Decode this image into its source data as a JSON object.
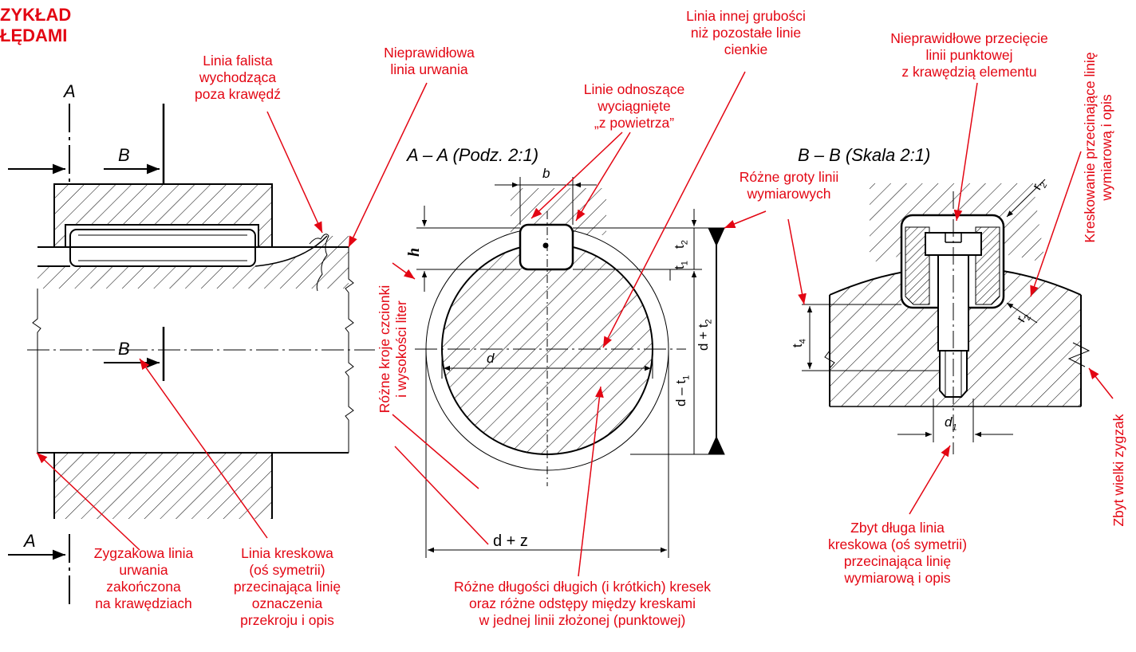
{
  "title": {
    "line1": "ZYKŁAD",
    "line2": "ŁĘDAMI"
  },
  "colors": {
    "annotation": "#e30613",
    "drawing": "#000000"
  },
  "annotations": {
    "linia_falista": [
      "Linia falista",
      "wychodząca",
      "poza krawędź"
    ],
    "nieprawidlowa_linia": [
      "Nieprawidłowa",
      "linia urwania"
    ],
    "linie_odnoszace": [
      "Linie odnoszące",
      "wyciągnięte",
      "„z powietrza”"
    ],
    "linia_innej_grubosci": [
      "Linia innej grubości",
      "niż pozostałe linie",
      "cienkie"
    ],
    "nieprawidlowe_przeciecie": [
      "Nieprawidłowe przecięcie",
      "linii punktowej",
      "z krawędzią elementu"
    ],
    "kreskowanie": [
      "Kreskowanie przecinające linię",
      "wymiarową i opis"
    ],
    "rozne_groty": [
      "Różne groty linii",
      "wymiarowych"
    ],
    "rozne_kroje": [
      "Różne kroje czcionki",
      "i wysokości liter"
    ],
    "zygzakowa": [
      "Zygzakowa linia",
      "urwania",
      "zakończona",
      "na krawędziach"
    ],
    "linia_kreskowa": [
      "Linia kreskowa",
      "(oś symetrii)",
      "przecinająca linię",
      "oznaczenia",
      "przekroju i opis"
    ],
    "rozne_dlugosci": [
      "Różne długości długich (i krótkich) kresek",
      "oraz różne odstępy między kreskami",
      "w jednej linii złożonej (punktowej)"
    ],
    "zbyt_dluga": [
      "Zbyt długa linia",
      "kreskowa (oś symetrii)",
      "przecinająca linię",
      "wymiarową i opis"
    ],
    "zbyt_wielki": [
      "Zbyt wielki zygzak"
    ]
  },
  "labels": {
    "section_a": "A",
    "section_b": "B",
    "view_aa": "A – A (Podz. 2:1)",
    "view_bb": "B – B (Skala 2:1)"
  },
  "dimensions": {
    "b": "b",
    "h": "h",
    "t1": "t",
    "t1_sub": "1",
    "t2": "t",
    "t2_sub": "2",
    "d_plus_t2": "d + t",
    "d_minus_t1": "d – t",
    "d": "d",
    "d_plus_z": "d  +  z",
    "t4": "t",
    "t4_sub": "4",
    "d1": "d",
    "d1_sub": "1",
    "r2": "r",
    "r2_sub": "2"
  }
}
